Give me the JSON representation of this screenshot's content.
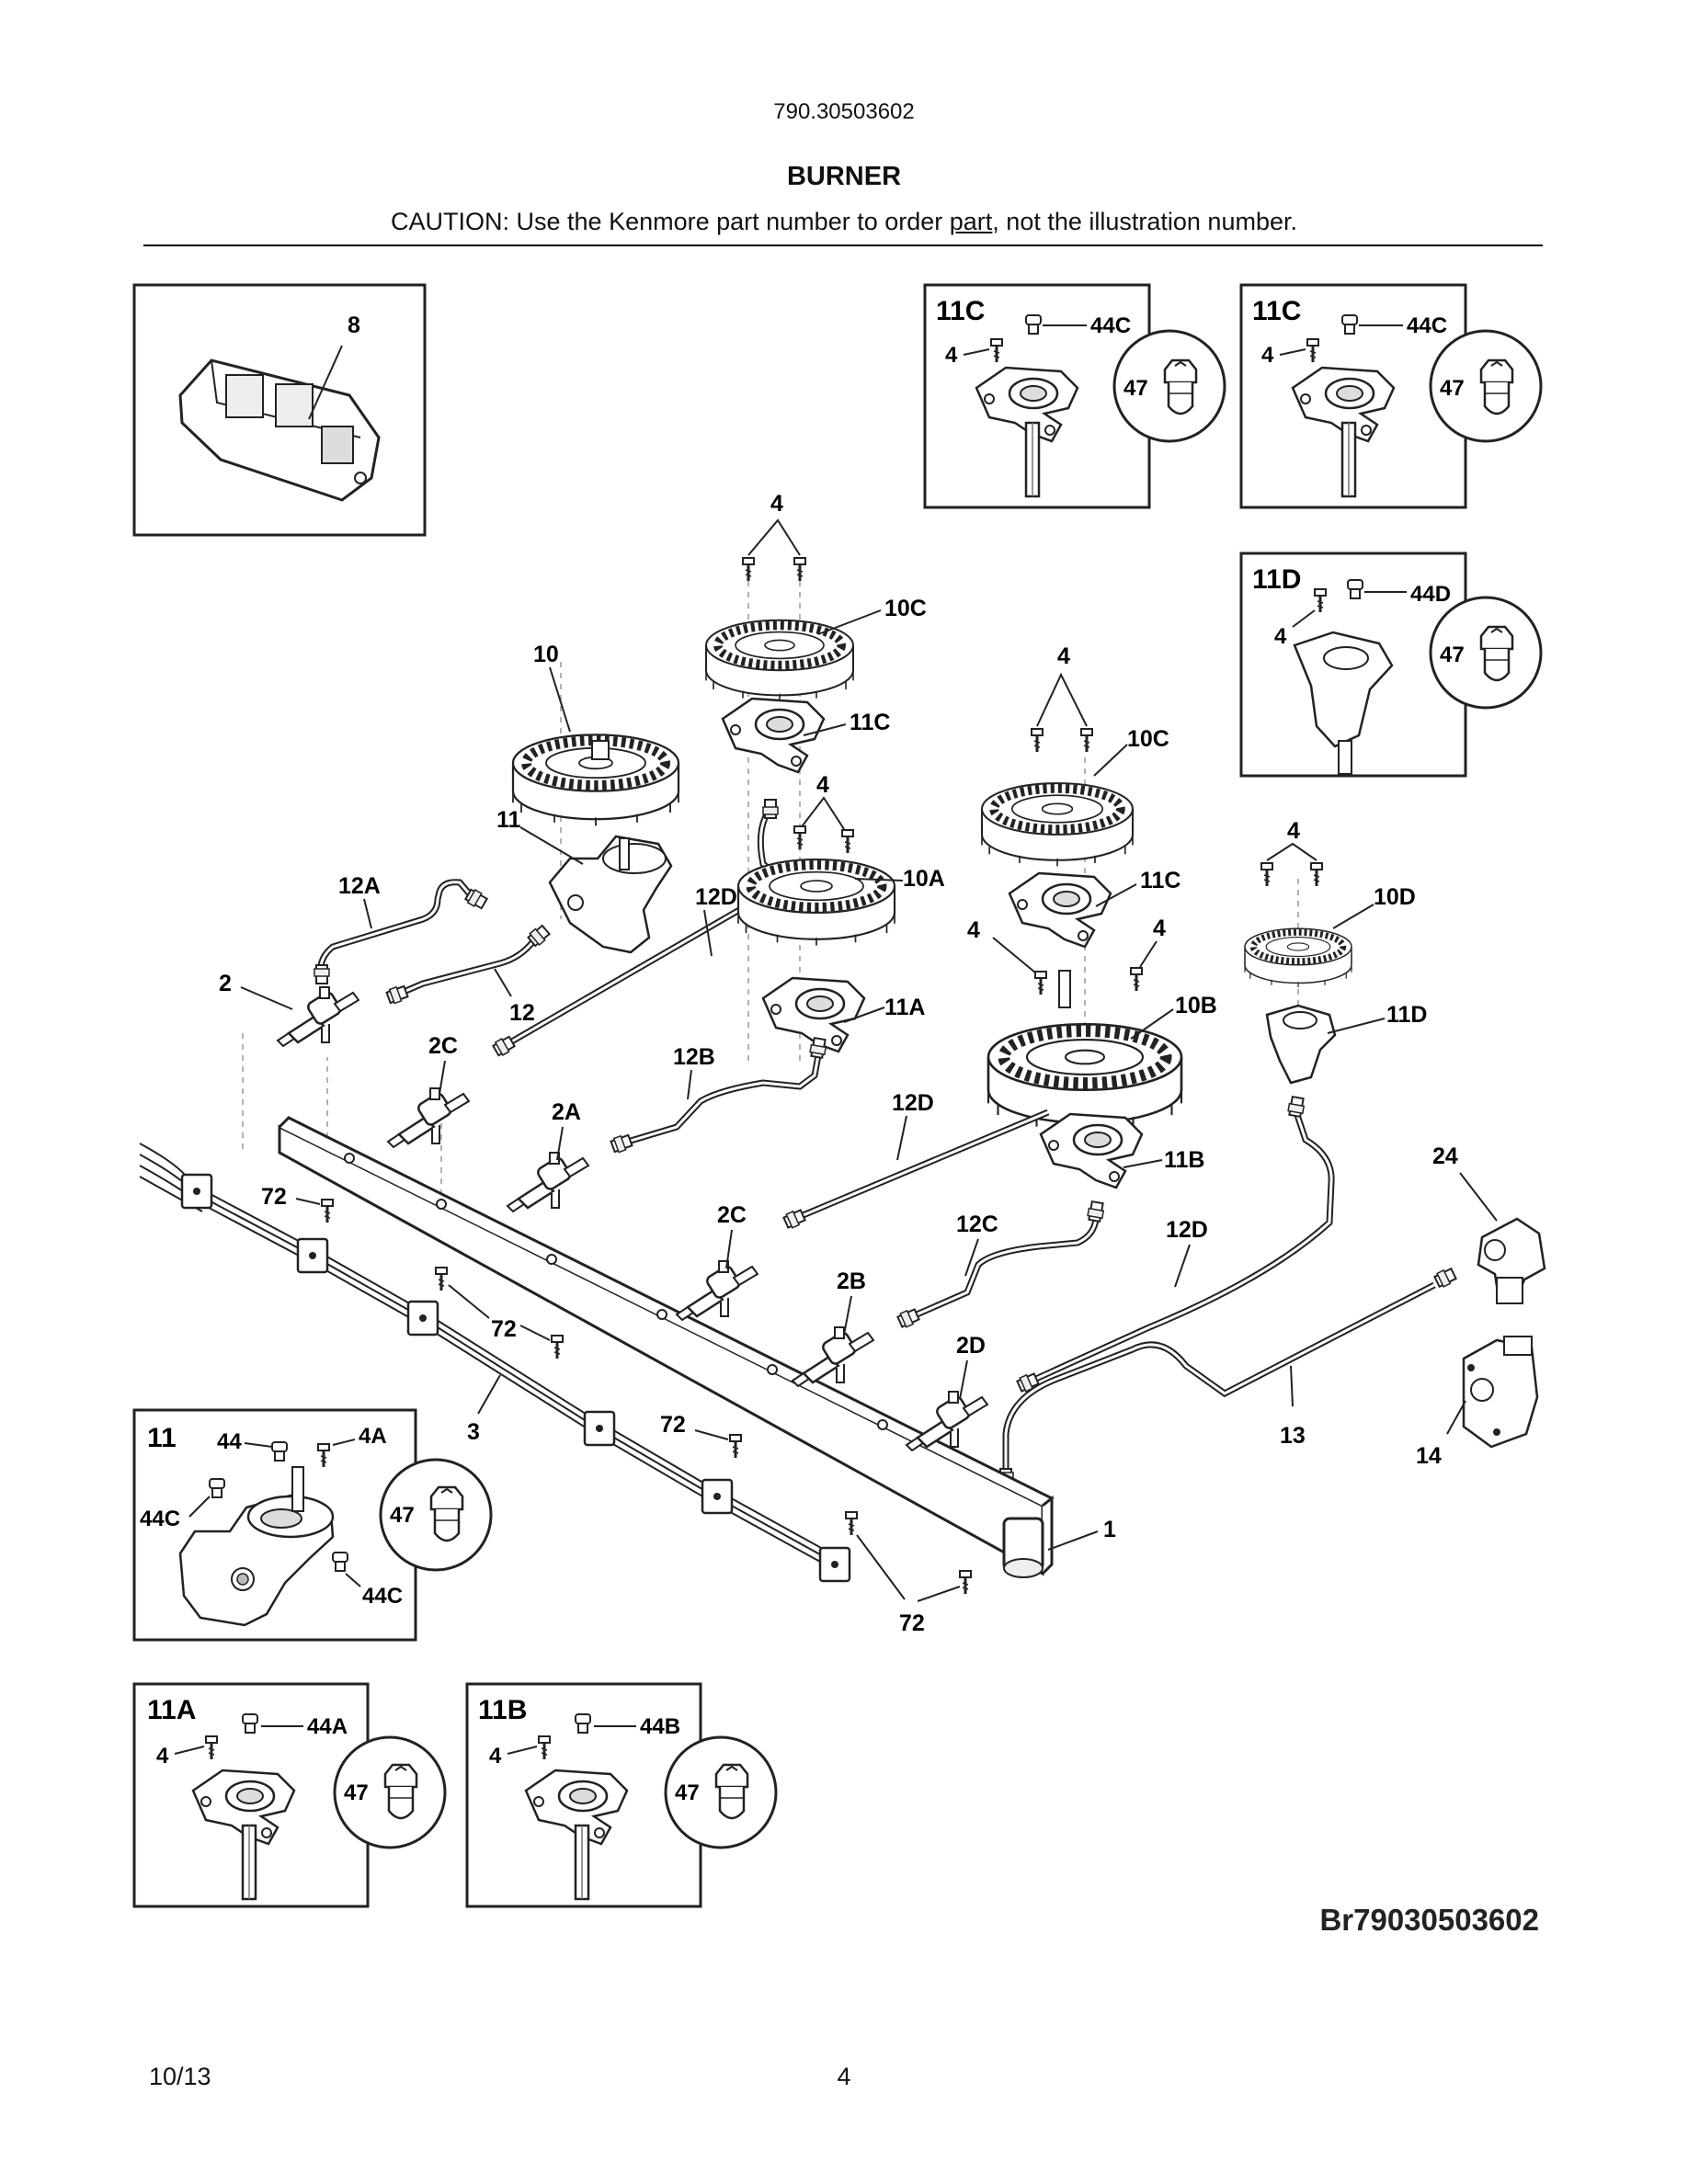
{
  "header": {
    "model_number": "790.30503602",
    "section_title": "BURNER",
    "caution_before": "CAUTION: Use the Kenmore part number to order ",
    "caution_link": "part",
    "caution_after": ", not the illustration number."
  },
  "insets": {
    "igniter_box": {
      "label": "8"
    },
    "box_11c_a": {
      "title": "11C",
      "screw": "4",
      "nozzle": "44C",
      "orifice": "47"
    },
    "box_11c_b": {
      "title": "11C",
      "screw": "4",
      "nozzle": "44C",
      "orifice": "47"
    },
    "box_11d": {
      "title": "11D",
      "screw": "4",
      "nozzle": "44D",
      "orifice": "47"
    },
    "box_11": {
      "title": "11",
      "nozzle_top": "44",
      "screw": "4A",
      "nozzle_left": "44C",
      "nozzle_bottom": "44C",
      "orifice": "47"
    },
    "box_11a": {
      "title": "11A",
      "screw": "4",
      "nozzle": "44A",
      "orifice": "47"
    },
    "box_11b": {
      "title": "11B",
      "screw": "4",
      "nozzle": "44B",
      "orifice": "47"
    }
  },
  "callouts": {
    "screws_top": "4",
    "cap_10c_top": "10C",
    "burner_10": "10",
    "screws_mid": "4",
    "cap_10c_mid": "10C",
    "holder_11c_top": "11C",
    "screws_left_mid": "4",
    "base_11": "11",
    "tube_12a": "12A",
    "tube_12d_a": "12D",
    "burner_10a": "10A",
    "holder_11c_mid": "11C",
    "screws_right": "4",
    "burner_10d": "10D",
    "screw_4_left": "4",
    "screw_4_right": "4",
    "valve_2": "2",
    "tube_12": "12",
    "holder_11a": "11A",
    "burner_10b": "10B",
    "holder_11d": "11D",
    "valve_2c_a": "2C",
    "tube_12b": "12B",
    "valve_2a": "2A",
    "tube_12d_b": "12D",
    "holder_11b": "11B",
    "elbow_24": "24",
    "screw_72_a": "72",
    "valve_2c_b": "2C",
    "tube_12c": "12C",
    "tube_12d_c": "12D",
    "valve_2b": "2B",
    "screw_72_b": "72",
    "valve_2d": "2D",
    "harness_3": "3",
    "screw_72_c": "72",
    "tube_13": "13",
    "regulator_14": "14",
    "manifold_1": "1",
    "screw_72_d": "72"
  },
  "footer": {
    "diagram_ref": "Br79030503602",
    "date": "10/13",
    "page_number": "4"
  }
}
